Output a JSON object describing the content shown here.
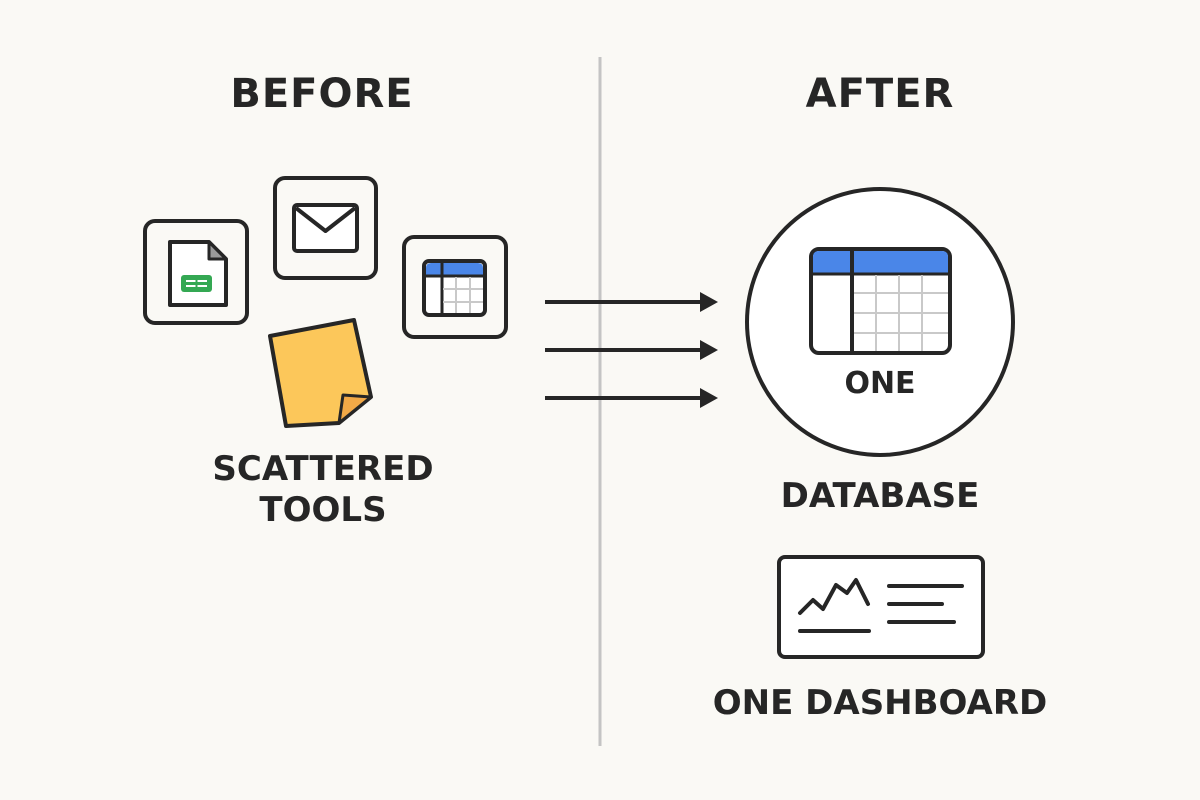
{
  "before": {
    "heading": "BEFORE",
    "caption_line1": "SCATTERED",
    "caption_line2": "TOOLS",
    "tools": [
      {
        "icon": "spreadsheet-file-icon"
      },
      {
        "icon": "envelope-icon"
      },
      {
        "icon": "table-icon"
      },
      {
        "icon": "sticky-note-icon"
      }
    ]
  },
  "after": {
    "heading": "AFTER",
    "database_inner_label": "ONE",
    "database_caption": "DATABASE",
    "dashboard_caption": "ONE DASHBOARD",
    "database_icon": "database-table-icon",
    "dashboard_icon": "dashboard-icon"
  },
  "arrows": {
    "count": 3,
    "icon": "arrow-right-icon"
  },
  "colors": {
    "background": "#faf9f5",
    "ink": "#262626",
    "divider": "#c4c4c4",
    "accent_blue": "#4a86e8",
    "sheet_green": "#34a853",
    "sticky_yellow": "#fcc75a",
    "sticky_fold": "#f2a947",
    "grid_lines": "#c9c9c9"
  }
}
